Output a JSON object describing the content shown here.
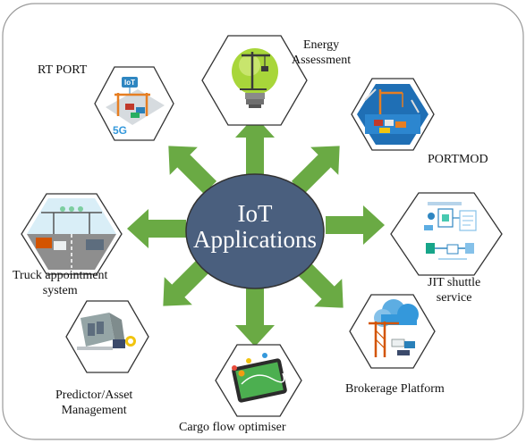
{
  "center": {
    "line1": "IoT",
    "line2": "Applications",
    "fill": "#4a5f7e",
    "text_color": "#ffffff"
  },
  "colors": {
    "arrow": "#6aaa44",
    "hex_stroke": "#333333",
    "frame_stroke": "#9a9a9a"
  },
  "apps": [
    {
      "key": "energy",
      "line1": "Energy",
      "line2": "Assessment",
      "icon": "lightbulb-crane-icon"
    },
    {
      "key": "portmod",
      "line1": "PORTMOD",
      "line2": "",
      "icon": "port-crane-scene-icon"
    },
    {
      "key": "jit",
      "line1": "JIT shuttle",
      "line2": "service",
      "icon": "shuttle-flow-diagram-icon"
    },
    {
      "key": "brokerage",
      "line1": "Brokerage Platform",
      "line2": "",
      "icon": "cloud-crane-icon"
    },
    {
      "key": "cargo",
      "line1": "Cargo flow optimiser",
      "line2": "",
      "icon": "tablet-map-icon"
    },
    {
      "key": "predictor",
      "line1": "Predictor/Asset",
      "line2": "Management",
      "icon": "equipment-sensor-icon"
    },
    {
      "key": "truck",
      "line1": "Truck appointment",
      "line2": "system",
      "icon": "highway-trucks-icon"
    },
    {
      "key": "rtport",
      "line1": "RT PORT",
      "line2": "",
      "icon": "iot-5g-port-icon"
    }
  ]
}
